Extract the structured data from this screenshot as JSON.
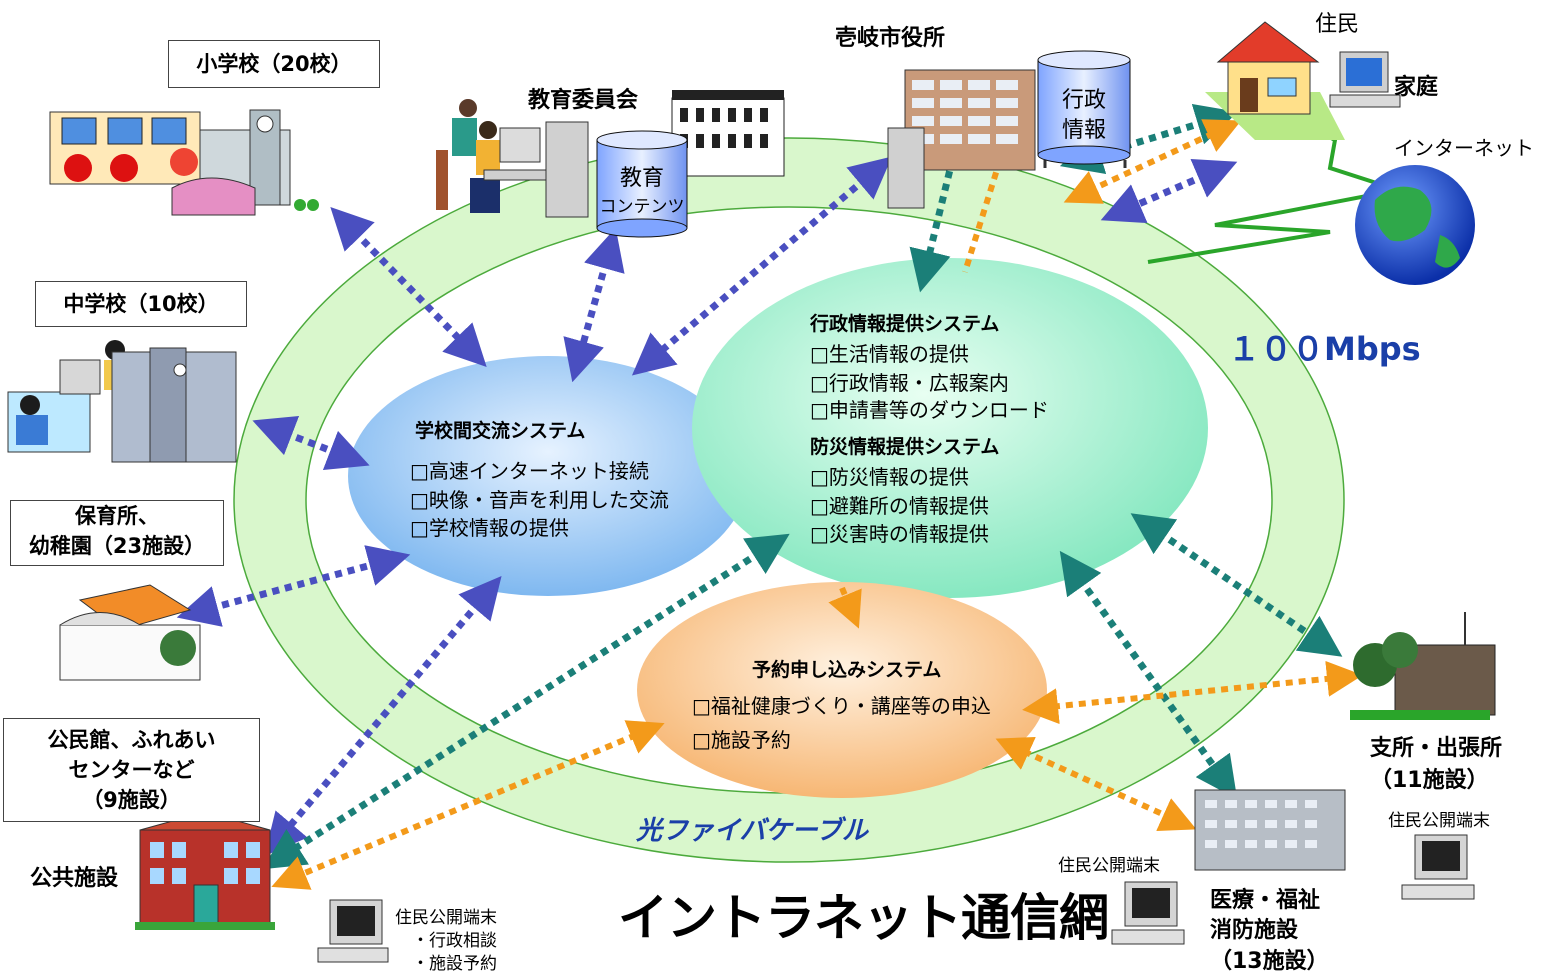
{
  "schools": {
    "elementary": "小学校（20校）",
    "junior_high": "中学校（10校）",
    "nursery": [
      "保育所、",
      "幼稚園（23施設）"
    ],
    "community": [
      "公民館、ふれあい",
      "センターなど",
      "（9施設）"
    ]
  },
  "labels": {
    "board_of_education": "教育委員会",
    "city_hall": "壱岐市役所",
    "residents": "住民",
    "home": "家庭",
    "internet": "インターネット",
    "speed": "１００Mbps",
    "public_facility": "公共施設",
    "branch": [
      "支所・出張所",
      "（11施設）"
    ],
    "medical": [
      "医療・福祉",
      "消防施設",
      "（13施設）"
    ],
    "fiber": "光ファイバケーブル",
    "network_title": "イントラネット通信網"
  },
  "databases": {
    "education": [
      "教育",
      "コンテンツ"
    ],
    "admin": [
      "行政",
      "情報"
    ]
  },
  "terminals": {
    "public_terminal": "住民公開端末",
    "bottom_left": [
      "住民公開端末",
      "・行政相談",
      "・施設予約"
    ]
  },
  "systems": {
    "school_exchange": {
      "title": "学校間交流システム",
      "items": [
        "□高速インターネット接続",
        "□映像・音声を利用した交流",
        "□学校情報の提供"
      ]
    },
    "admin_info": {
      "title": "行政情報提供システム",
      "items": [
        "□生活情報の提供",
        "□行政情報・広報案内",
        "□申請書等のダウンロード"
      ]
    },
    "disaster_info": {
      "title": "防災情報提供システム",
      "items": [
        "□防災情報の提供",
        "□避難所の情報提供",
        "□災害時の情報提供"
      ]
    },
    "reservation": {
      "title": "予約申し込みシステム",
      "items": [
        "□福祉健康づくり・講座等の申込",
        "□施設予約"
      ]
    }
  },
  "colors": {
    "ring_fill": "#d9f7cc",
    "ring_stroke": "#4caa3c",
    "blue_arrow": "#4a4fc0",
    "teal_arrow": "#1b7f78",
    "orange_arrow": "#f39a1a",
    "speed_text": "#1a3fa8",
    "fiber_text": "#1a3fa8"
  }
}
